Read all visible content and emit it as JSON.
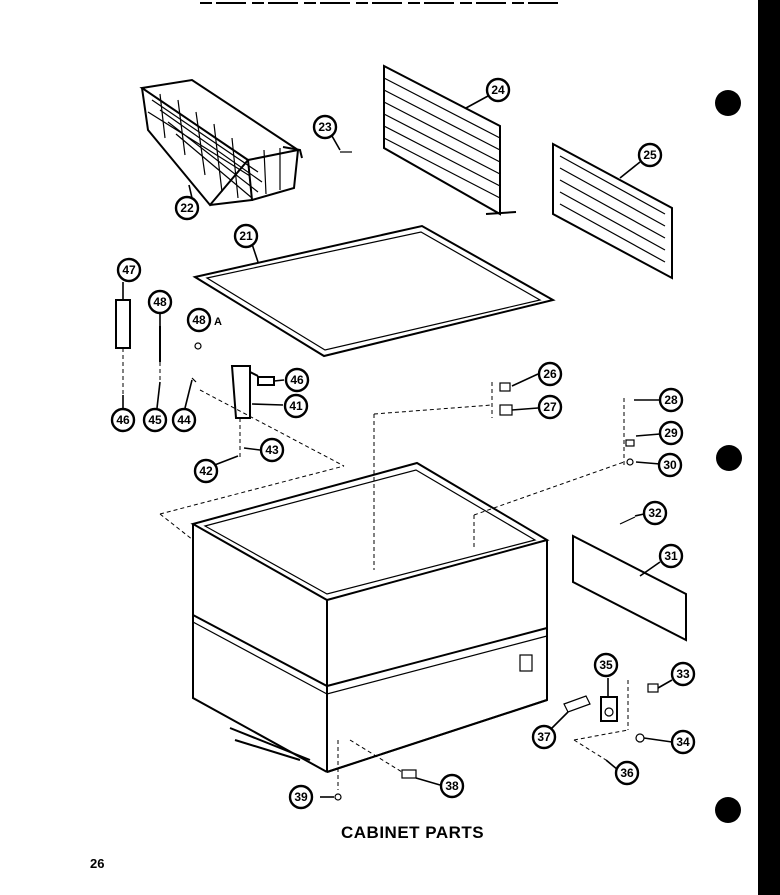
{
  "title": "CABINET PARTS",
  "page_number": "26",
  "callout_48A_suffix": "A",
  "callouts": [
    {
      "id": "c22",
      "label": "22"
    },
    {
      "id": "c23",
      "label": "23"
    },
    {
      "id": "c24",
      "label": "24"
    },
    {
      "id": "c25",
      "label": "25"
    },
    {
      "id": "c21",
      "label": "21"
    },
    {
      "id": "c47",
      "label": "47"
    },
    {
      "id": "c48",
      "label": "48"
    },
    {
      "id": "c48a",
      "label": "48"
    },
    {
      "id": "c46r",
      "label": "46"
    },
    {
      "id": "c41",
      "label": "41"
    },
    {
      "id": "c46",
      "label": "46"
    },
    {
      "id": "c45",
      "label": "45"
    },
    {
      "id": "c44",
      "label": "44"
    },
    {
      "id": "c43",
      "label": "43"
    },
    {
      "id": "c42",
      "label": "42"
    },
    {
      "id": "c26a",
      "label": "26"
    },
    {
      "id": "c27",
      "label": "27"
    },
    {
      "id": "c28",
      "label": "28"
    },
    {
      "id": "c29",
      "label": "29"
    },
    {
      "id": "c30",
      "label": "30"
    },
    {
      "id": "c32",
      "label": "32"
    },
    {
      "id": "c31",
      "label": "31"
    },
    {
      "id": "c35",
      "label": "35"
    },
    {
      "id": "c33",
      "label": "33"
    },
    {
      "id": "c34",
      "label": "34"
    },
    {
      "id": "c37",
      "label": "37"
    },
    {
      "id": "c36",
      "label": "36"
    },
    {
      "id": "c38",
      "label": "38"
    },
    {
      "id": "c39",
      "label": "39"
    }
  ]
}
